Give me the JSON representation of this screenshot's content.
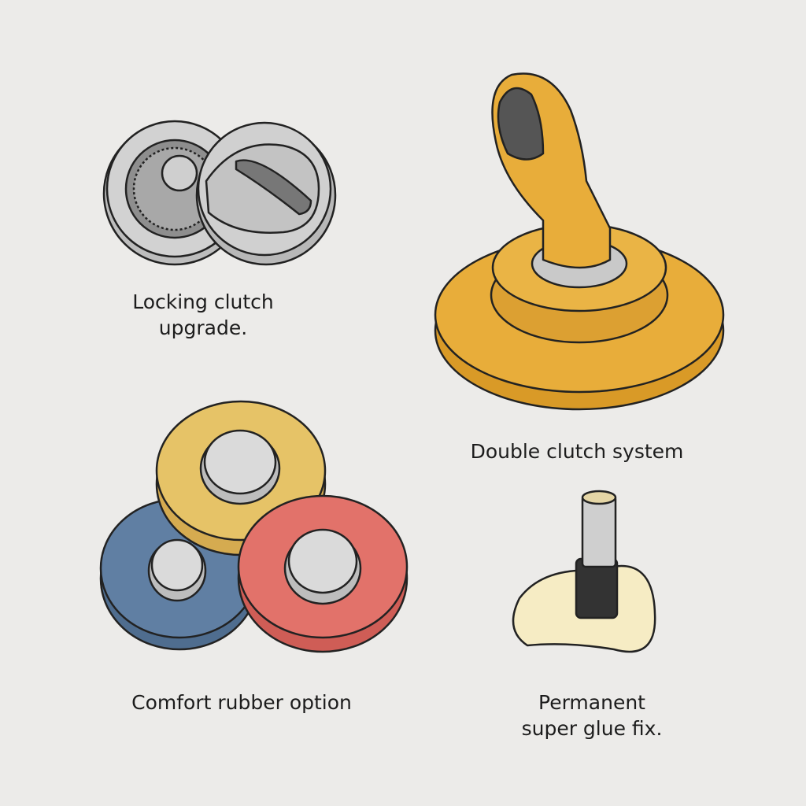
{
  "items": [
    {
      "name": "locking-clutch",
      "caption_lines": [
        "Locking clutch",
        "upgrade."
      ]
    },
    {
      "name": "double-clutch",
      "caption_lines": [
        "Double clutch system"
      ]
    },
    {
      "name": "comfort-rubber",
      "caption_lines": [
        "Comfort rubber option"
      ]
    },
    {
      "name": "super-glue",
      "caption_lines": [
        "Permanent",
        "super glue fix."
      ]
    }
  ],
  "colors": {
    "background": "#ecebe9",
    "silver": "#c9c9c9",
    "gold": "#e8ad3a",
    "yellow": "#e6c367",
    "blue": "#5f7fa3",
    "red": "#e2726a",
    "glue": "#f6ecc4",
    "outline": "#222222"
  }
}
